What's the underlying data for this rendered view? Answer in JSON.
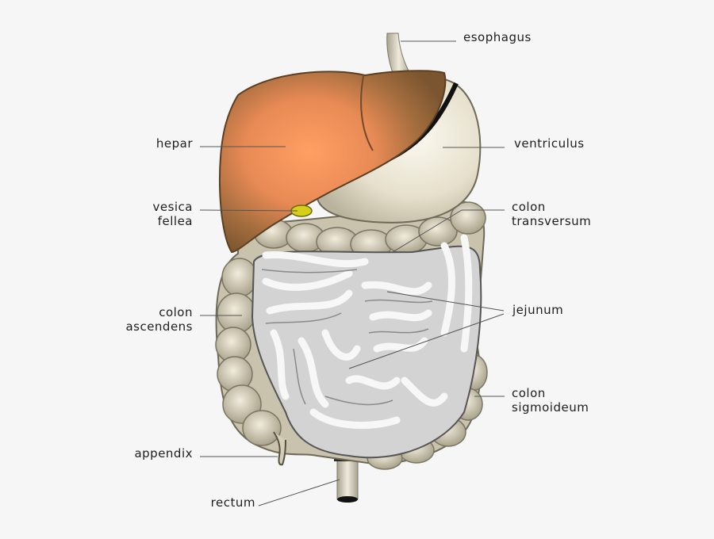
{
  "labels": {
    "esophagus": "esophagus",
    "hepar": "hepar",
    "ventriculus": "ventriculus",
    "vesica": [
      "vesica",
      "fellea"
    ],
    "colon_transversum": [
      "colon",
      "transversum"
    ],
    "colon_ascendens": [
      "colon",
      "ascendens"
    ],
    "jejunum": "jejunum",
    "colon_sigmoideum": [
      "colon",
      "sigmoideum"
    ],
    "appendix": "appendix",
    "rectum": "rectum"
  },
  "colors": {
    "background": "#f6f6f6",
    "liver_dark": "#7a5530",
    "liver_light": "#ff9a5c",
    "stomach": "#e9e4d2",
    "colon": "#d9d4c0",
    "intestine": "#c9c9c9",
    "gallbladder": "#d6cf1a",
    "leader_line": "#555555"
  }
}
